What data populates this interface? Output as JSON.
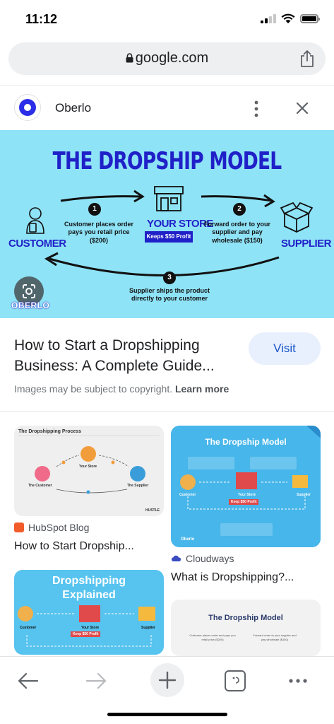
{
  "status": {
    "time": "11:12"
  },
  "urlbar": {
    "url": "google.com"
  },
  "source": {
    "name": "Oberlo"
  },
  "hero": {
    "title": "THE DROPSHIP MODEL",
    "customer": "CUSTOMER",
    "your_store": "YOUR STORE",
    "supplier": "SUPPLIER",
    "step1": "Customer places order pays you retail price ($200)",
    "step2": "Forward order to your supplier and pay wholesale ($150)",
    "step3": "Supplier ships the product directly to your customer",
    "badge": "Keeps $50 Profit",
    "n1": "1",
    "n2": "2",
    "n3": "3",
    "brand": "OBERLO"
  },
  "result": {
    "title": "How to Start a Dropshipping Business: A Complete Guide...",
    "visit_label": "Visit",
    "copyright": "Images may be subject to copyright.",
    "learn_more": "Learn more"
  },
  "related": [
    {
      "source": "HubSpot Blog",
      "title": "How to Start Dropship...",
      "thumb_title": "The Dropshipping Process",
      "thumb_labels": [
        "Your Store",
        "The Customer",
        "The Supplier"
      ],
      "thumb_brand": "HUSTLE"
    },
    {
      "source": "Cloudways",
      "title": "What is Dropshipping?...",
      "thumb_title": "The Dropship Model",
      "thumb_labels": [
        "Customer",
        "Your Store",
        "Supplier"
      ],
      "thumb_badge": "Keep $50 Profit",
      "thumb_brand": "Oberlo"
    },
    {
      "thumb_title": "Dropshipping Explained",
      "thumb_labels": [
        "Customer",
        "Your Store",
        "Supplier"
      ],
      "thumb_badge": "Keep $50 Profit"
    },
    {
      "thumb_title": "The Dropship Model",
      "thumb_note1": "Customer places order and pays you retail price ($200)",
      "thumb_note2": "Forward order to your supplier and pay wholesale ($150)"
    }
  ],
  "colors": {
    "accent": "#1a56c9",
    "hero_bg": "#8fe3f7",
    "hero_blue": "#2020c8"
  }
}
